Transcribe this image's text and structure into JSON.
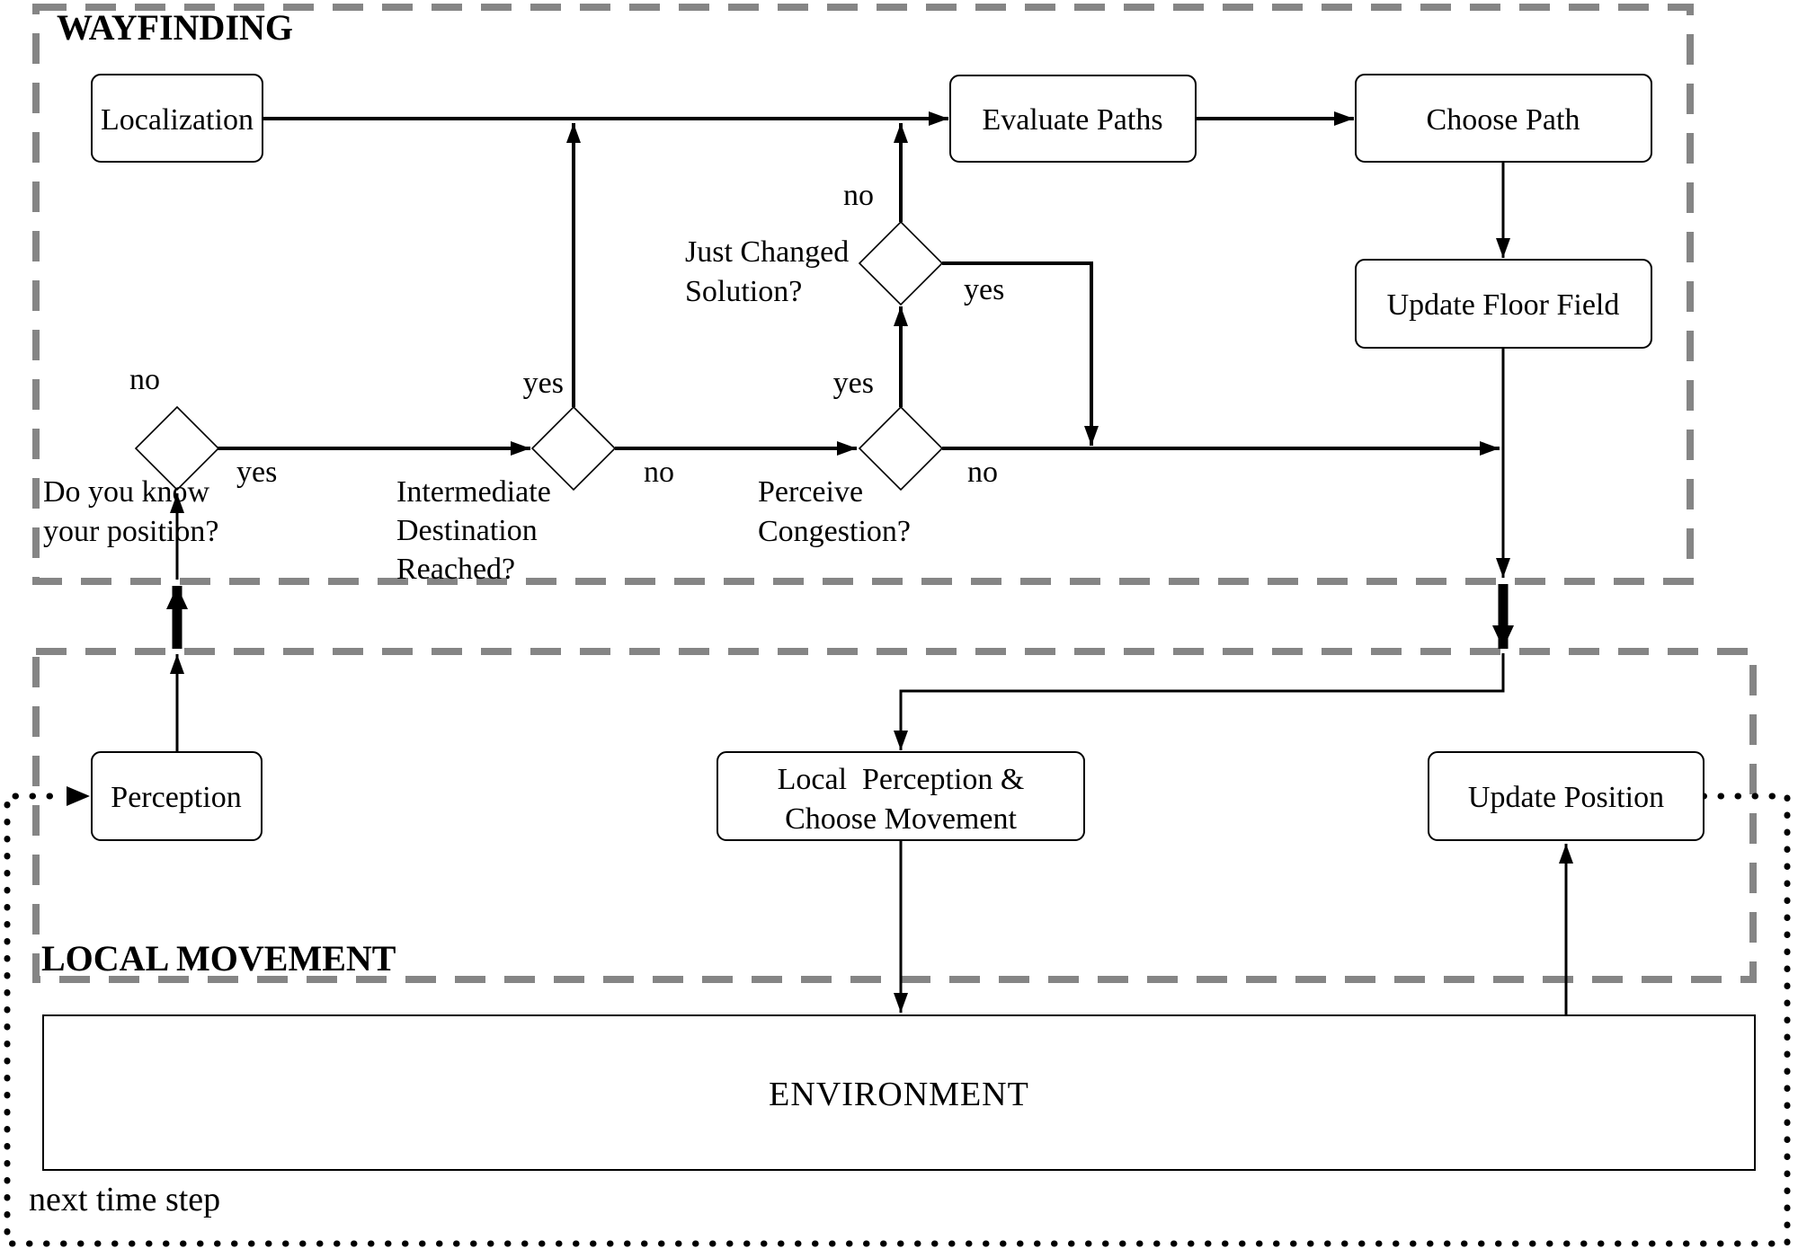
{
  "sections": {
    "wayfinding": "WAYFINDING",
    "local_movement": "LOCAL MOVEMENT"
  },
  "nodes": {
    "localization": "Localization",
    "evaluate_paths": "Evaluate Paths",
    "choose_path": "Choose Path",
    "update_floor_field": "Update Floor Field",
    "perception": "Perception",
    "local_perception": [
      "Local  Perception &",
      "Choose Movement"
    ],
    "update_position": "Update Position",
    "environment": "ENVIRONMENT"
  },
  "decisions": {
    "know_position": [
      "Do you know",
      "your position?"
    ],
    "intermediate": [
      "Intermediate",
      "Destination",
      "Reached?"
    ],
    "perceive": [
      "Perceive",
      "Congestion?"
    ],
    "just_changed": [
      "Just Changed",
      "Solution?"
    ]
  },
  "edge_labels": {
    "know_position_no": "no",
    "know_position_yes": "yes",
    "intermediate_yes": "yes",
    "intermediate_no": "no",
    "perceive_yes": "yes",
    "perceive_no": "no",
    "just_changed_no": "no",
    "just_changed_yes": "yes"
  },
  "footer": {
    "next_time_step": "next time step"
  },
  "colors": {
    "module_border": "#858585",
    "line": "#000000",
    "background": "#ffffff"
  }
}
